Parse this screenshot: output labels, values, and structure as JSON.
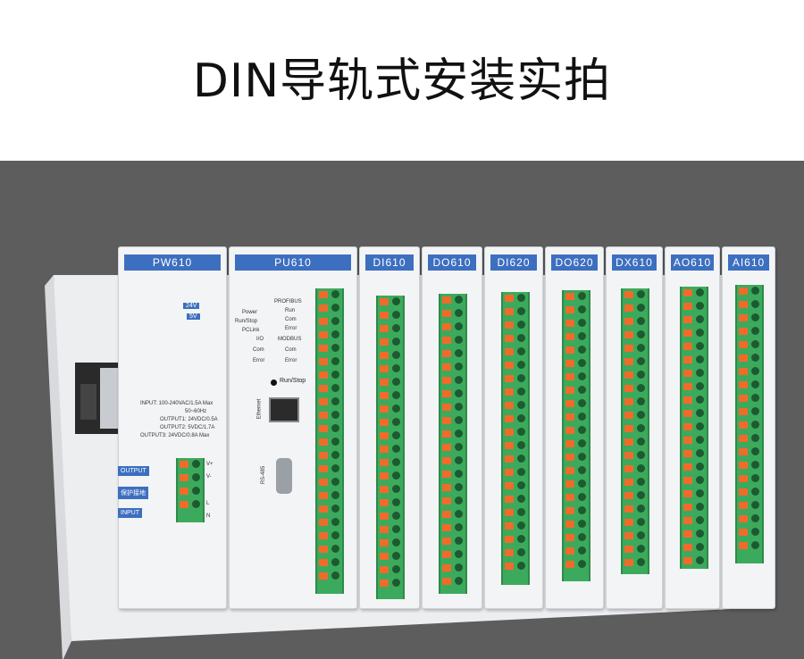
{
  "title": "DIN导轨式安装实拍",
  "modules": [
    {
      "label": "PW610"
    },
    {
      "label": "PU610"
    },
    {
      "label": "DI610"
    },
    {
      "label": "DO610"
    },
    {
      "label": "DI620"
    },
    {
      "label": "DO620"
    },
    {
      "label": "DX610"
    },
    {
      "label": "AO610"
    },
    {
      "label": "AI610"
    }
  ],
  "pw610": {
    "badge_24v": "24V",
    "badge_5v": "5V",
    "spec_input": "INPUT: 100-240VAC/1.5A Max",
    "spec_freq": "50~60Hz",
    "spec_out1": "OUTPUT1: 24VDC/0.5A",
    "spec_out2": "OUTPUT2: 5VDC/1.7A",
    "spec_out3": "OUTPUT3: 24VDC/0.8A Max",
    "output_label": "OUTPUT",
    "protect_label": "保护接地",
    "input_label": "INPUT",
    "term_vplus": "V+",
    "term_vminus": "V-",
    "term_l": "L",
    "term_n": "N"
  },
  "pu610": {
    "power": "Power",
    "run_stop": "Run/Stop",
    "pclink": "PCLink",
    "profibus": "PROFIBUS",
    "run": "Run",
    "com": "Com",
    "error": "Error",
    "io": "I/O",
    "modbus": "MODBUS",
    "io_com": "Com",
    "io_error": "Error",
    "modbus_com": "Com",
    "modbus_error": "Error",
    "run_stop_switch": "Run/Stop",
    "ethernet": "Ethernet",
    "rs485": "RS-485"
  },
  "colors": {
    "background_photo": "#5d5d5d",
    "module_body": "#f3f4f6",
    "label_blue": "#3d6fc0",
    "terminal_green": "#3caa5c",
    "terminal_orange": "#f26a2a"
  }
}
